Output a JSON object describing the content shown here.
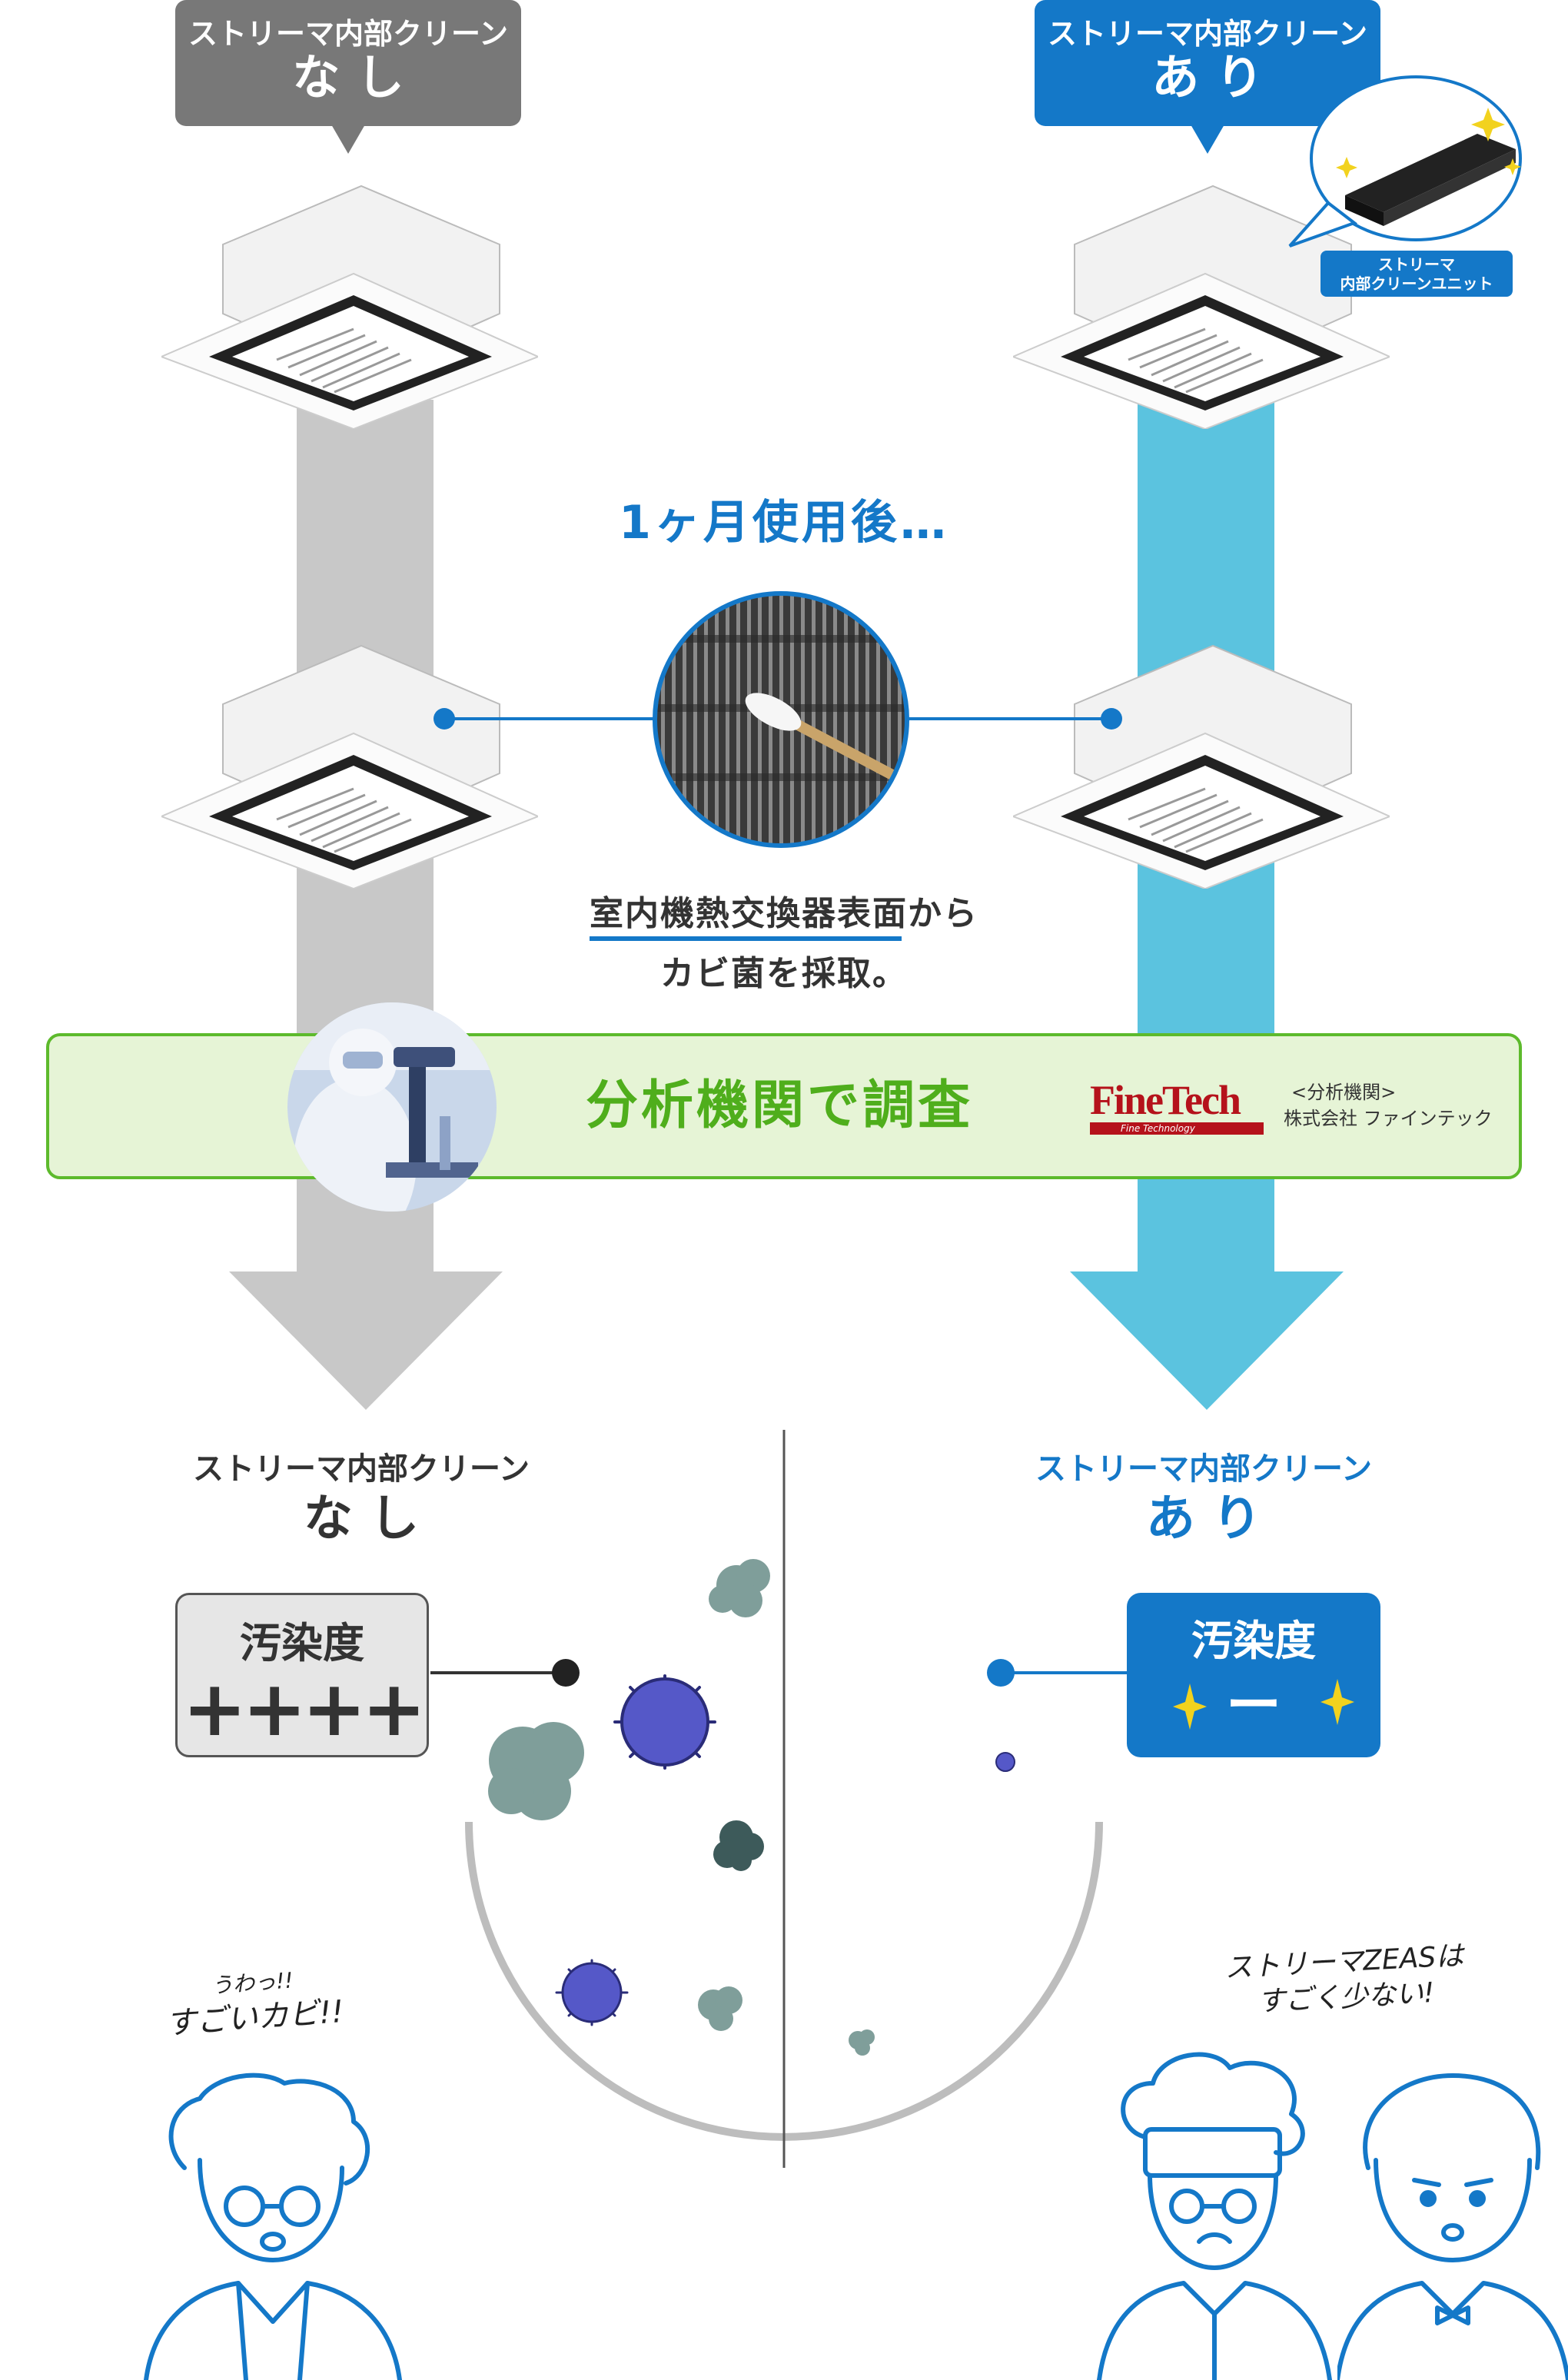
{
  "top_left_label": {
    "line1": "ストリーマ内部クリーン",
    "line2": "な し"
  },
  "top_right_label": {
    "line1": "ストリーマ内部クリーン",
    "line2": "あ り"
  },
  "unit_callout": {
    "line1": "ストリーマ",
    "line2": "内部クリーンユニット"
  },
  "after_month": "1ヶ月使用後…",
  "sample_caption": {
    "line1": "室内機熱交換器表面から",
    "line2": "カビ菌を採取。"
  },
  "banner": {
    "title": "分析機関で調査",
    "logo_text": "FineTech",
    "logo_sub": "Fine Technology",
    "org_line1": "<分析機関>",
    "org_line2": "株式会社 ファインテック"
  },
  "result_left": {
    "line1": "ストリーマ内部クリーン",
    "line2": "な し"
  },
  "result_right": {
    "line1": "ストリーマ内部クリーン",
    "line2": "あ り"
  },
  "degree_left": {
    "title": "汚染度",
    "value": "++++"
  },
  "degree_right": {
    "title": "汚染度",
    "value": "ー"
  },
  "speech_left": {
    "line1": "うわっ!!",
    "line2": "すごいカビ!!"
  },
  "speech_right": {
    "line1": "ストリーマZEASは",
    "line2": "すごく少ない!"
  },
  "colors": {
    "gray": "#787878",
    "arrow_gray": "#c8c8c8",
    "blue": "#1478c8",
    "arrow_blue": "#5bc3df",
    "green": "#5dba2c",
    "green_bg": "#e6f4d6",
    "germ_purple": "#5558c8",
    "mold_gray": "#7f9e9a",
    "sparkle": "#f2d21e"
  }
}
